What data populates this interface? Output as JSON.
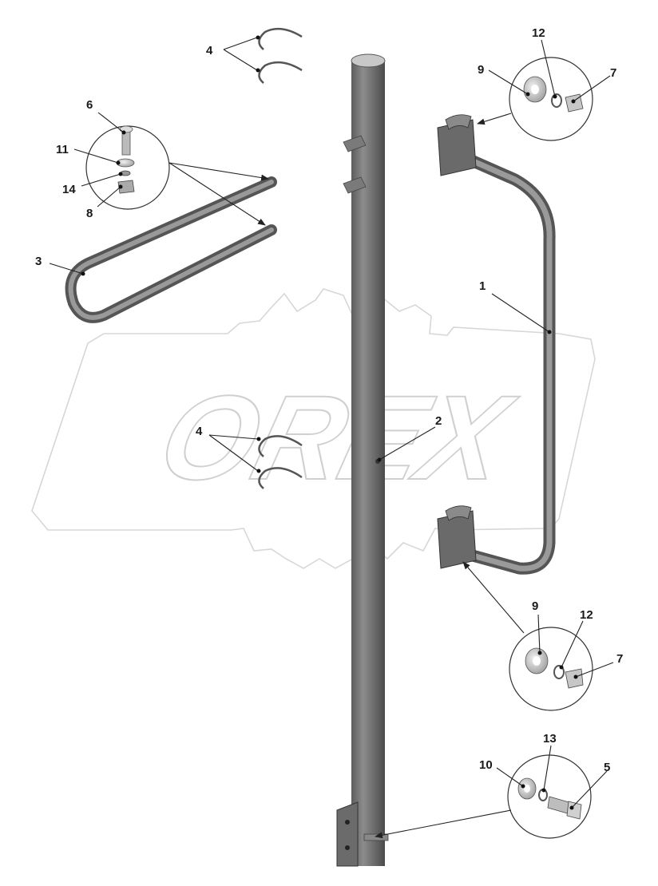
{
  "watermark": {
    "text": "OREX"
  },
  "callouts": {
    "assembly": "1",
    "bolt_hole": "2",
    "u_handle": "3",
    "clamp_top": "4",
    "clamp_mid": "4",
    "bolt_base": "5",
    "bolt_top": "6",
    "nut_top": "7",
    "nut_bottom": "7",
    "nut_small": "8",
    "washer_top": "9",
    "washer_bottom": "9",
    "washer_base": "10",
    "washer_small": "11",
    "spring_washer_top": "12",
    "spring_washer_bottom": "12",
    "spring_washer_base": "13",
    "spring_washer_small": "14"
  }
}
